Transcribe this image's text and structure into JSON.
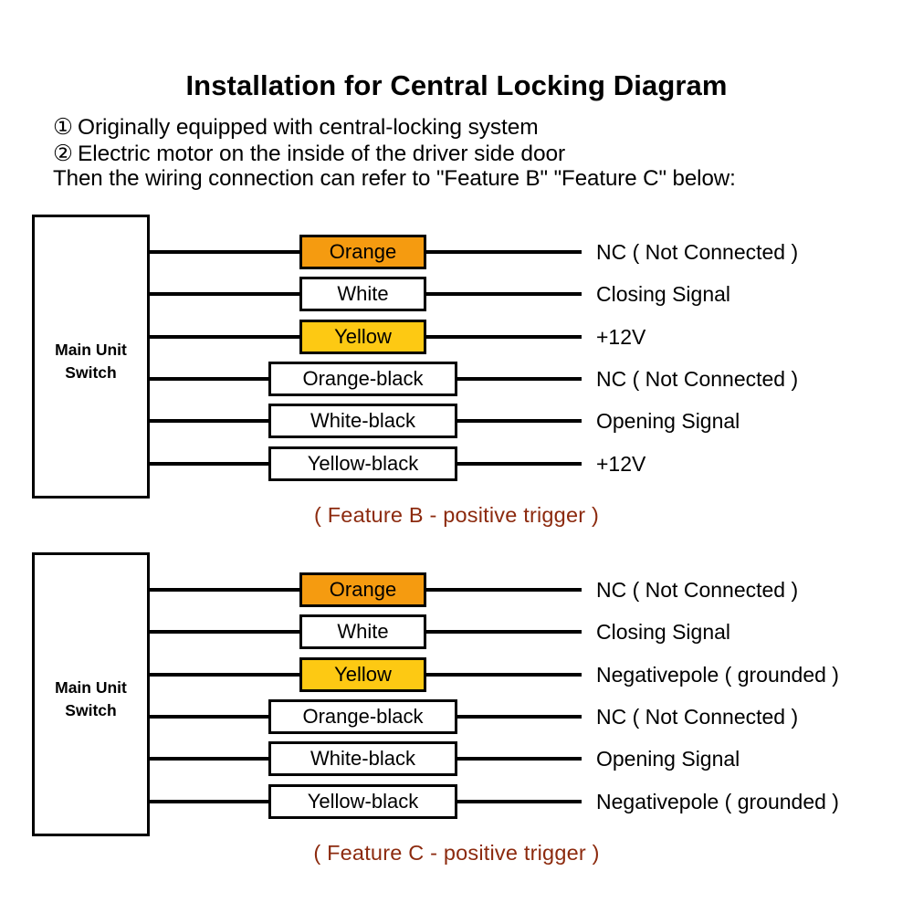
{
  "header": {
    "title": "Installation for Central Locking Diagram",
    "lines": [
      {
        "marker": "①",
        "text": "Originally equipped with central-locking system"
      },
      {
        "marker": "②",
        "text": "Electric motor on the inside of the driver side door"
      },
      {
        "marker": "",
        "text": "Then the wiring connection can refer to \"Feature B\" \"Feature C\" below:"
      }
    ]
  },
  "colors": {
    "orange": "#F59B10",
    "yellow": "#FDC913",
    "white": "#FFFFFF",
    "line": "#000000",
    "caption": "#8C2A0E"
  },
  "blocks": [
    {
      "id": "feature-b",
      "unit_label_line1": "Main Unit",
      "unit_label_line2": "Switch",
      "caption": "( Feature B - positive trigger )",
      "wires": [
        {
          "label": "Orange",
          "swatch": "orange",
          "width": "narrow",
          "function": "NC ( Not Connected )"
        },
        {
          "label": "White",
          "swatch": "white",
          "width": "narrow",
          "function": "Closing Signal"
        },
        {
          "label": "Yellow",
          "swatch": "yellow",
          "width": "narrow",
          "function": "+12V"
        },
        {
          "label": "Orange-black",
          "swatch": "white",
          "width": "wide",
          "function": "NC ( Not Connected )"
        },
        {
          "label": "White-black",
          "swatch": "white",
          "width": "wide",
          "function": "Opening Signal"
        },
        {
          "label": "Yellow-black",
          "swatch": "white",
          "width": "wide",
          "function": "+12V"
        }
      ]
    },
    {
      "id": "feature-c",
      "unit_label_line1": "Main Unit",
      "unit_label_line2": "Switch",
      "caption": "( Feature C - positive trigger )",
      "wires": [
        {
          "label": "Orange",
          "swatch": "orange",
          "width": "narrow",
          "function": "NC ( Not Connected )"
        },
        {
          "label": "White",
          "swatch": "white",
          "width": "narrow",
          "function": "Closing Signal"
        },
        {
          "label": "Yellow",
          "swatch": "yellow",
          "width": "narrow",
          "function": "Negativepole ( grounded )"
        },
        {
          "label": "Orange-black",
          "swatch": "white",
          "width": "wide",
          "function": "NC ( Not Connected )"
        },
        {
          "label": "White-black",
          "swatch": "white",
          "width": "wide",
          "function": "Opening Signal"
        },
        {
          "label": "Yellow-black",
          "swatch": "white",
          "width": "wide",
          "function": "Negativepole ( grounded )"
        }
      ]
    }
  ]
}
